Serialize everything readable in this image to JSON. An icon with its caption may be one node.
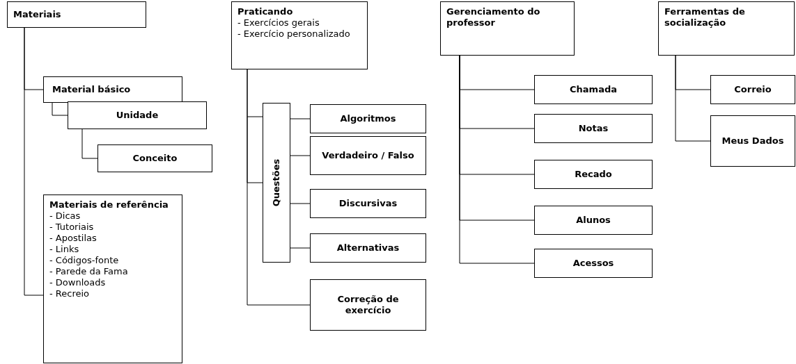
{
  "diagram": {
    "nodes": [
      {
        "text": [
          "Materiais"
        ]
      },
      {
        "text": [
          "Material básico"
        ]
      },
      {
        "text": [
          "Unidade"
        ]
      },
      {
        "text": [
          "Conceito"
        ]
      },
      {
        "text": [
          "Materiais de referência",
          "- Dicas",
          "- Tutoriais",
          "- Apostilas",
          "- Links",
          "- Códigos-fonte",
          "- Parede da Fama",
          "- Downloads",
          "- Recreio"
        ]
      },
      {
        "text": [
          "Praticando",
          "- Exercícios gerais",
          "- Exercício personalizado"
        ]
      },
      {
        "text": [
          "Questões"
        ]
      },
      {
        "text": [
          "Algoritmos"
        ]
      },
      {
        "text": [
          "Verdadeiro / Falso"
        ]
      },
      {
        "text": [
          "Discursivas"
        ]
      },
      {
        "text": [
          "Alternativas"
        ]
      },
      {
        "text": [
          "Correção de exercício"
        ]
      },
      {
        "text": [
          "Gerenciamento do professor"
        ]
      },
      {
        "text": [
          "Chamada"
        ]
      },
      {
        "text": [
          "Notas"
        ]
      },
      {
        "text": [
          "Recado"
        ]
      },
      {
        "text": [
          "Alunos"
        ]
      },
      {
        "text": [
          "Acessos"
        ]
      },
      {
        "text": [
          "Ferramentas de socialização"
        ]
      },
      {
        "text": [
          "Correio"
        ]
      },
      {
        "text": [
          "Meus Dados"
        ]
      }
    ],
    "edges": [
      {
        "from": 0,
        "to": 1,
        "arrow": "none"
      },
      {
        "from": 0,
        "to": 4,
        "arrow": "none"
      },
      {
        "from": 1,
        "to": 2,
        "arrow": "none"
      },
      {
        "from": 2,
        "to": 3,
        "arrow": "none"
      },
      {
        "from": 5,
        "to": 6,
        "arrow": "none"
      },
      {
        "from": 6,
        "to": 7,
        "arrow": "none"
      },
      {
        "from": 6,
        "to": 8,
        "arrow": "none"
      },
      {
        "from": 6,
        "to": 9,
        "arrow": "none"
      },
      {
        "from": 6,
        "to": 10,
        "arrow": "none"
      },
      {
        "from": 5,
        "to": 11,
        "arrow": "none"
      },
      {
        "from": 12,
        "to": 13,
        "arrow": "none"
      },
      {
        "from": 12,
        "to": 14,
        "arrow": "none"
      },
      {
        "from": 12,
        "to": 15,
        "arrow": "none"
      },
      {
        "from": 12,
        "to": 16,
        "arrow": "none"
      },
      {
        "from": 12,
        "to": 17,
        "arrow": "none"
      },
      {
        "from": 18,
        "to": 19,
        "arrow": "none"
      },
      {
        "from": 18,
        "to": 20,
        "arrow": "none"
      }
    ]
  }
}
